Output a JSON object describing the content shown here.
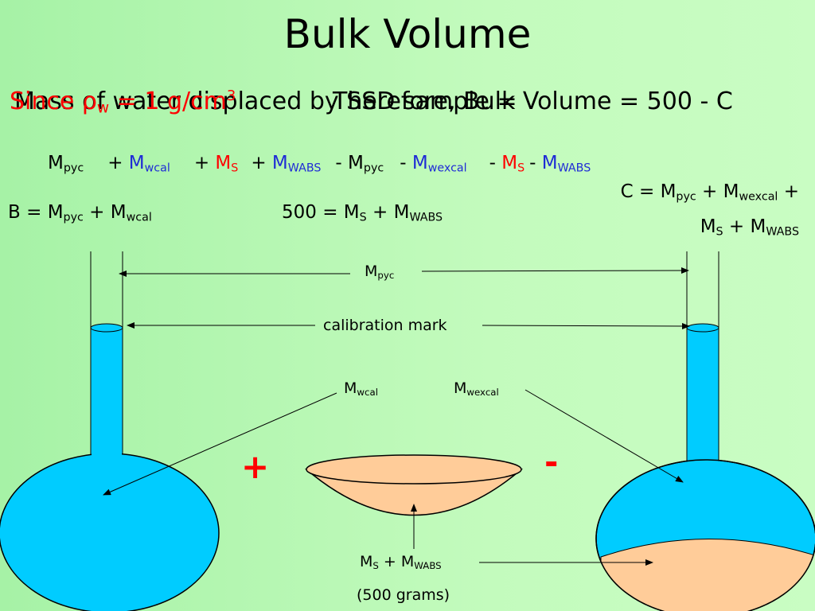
{
  "title": "Bulk Volume",
  "overlay": {
    "line1": "Mass of water displaced by SSD sample =",
    "line2_pre": "Since ρ",
    "line2_sub": "w",
    "line2_post": " = 1 g/cm",
    "line2_sup": "3",
    "line3": "Therefore, Bulk Volume = 500 - C"
  },
  "equation": {
    "terms": [
      {
        "sign": "",
        "base": "M",
        "sub": "pyc",
        "color": "#000000"
      },
      {
        "sign": "+ ",
        "base": "M",
        "sub": "wcal",
        "color": "#1f2bd6"
      },
      {
        "sign": "+ ",
        "base": "M",
        "sub": "S",
        "color": "#ff0000"
      },
      {
        "sign": "+ ",
        "base": "M",
        "sub": "WABS",
        "color": "#1f2bd6"
      },
      {
        "sign": "- ",
        "base": "M",
        "sub": "pyc",
        "color": "#000000"
      },
      {
        "sign": "- ",
        "base": "M",
        "sub": "wexcal",
        "color": "#1f2bd6"
      },
      {
        "sign": "- ",
        "base": "M",
        "sub": "S",
        "color": "#ff0000"
      },
      {
        "sign": "- ",
        "base": "M",
        "sub": "WABS",
        "color": "#1f2bd6"
      }
    ]
  },
  "def_b": {
    "prefix": "B = ",
    "m1": "M",
    "s1": "pyc",
    "plus": " + ",
    "m2": "M",
    "s2": "wcal"
  },
  "def_500": {
    "prefix": "500 = ",
    "m1": "M",
    "s1": "S",
    "plus": " + ",
    "m2": "M",
    "s2": "WABS"
  },
  "def_c": {
    "prefix": "C = ",
    "m1": "M",
    "s1": "pyc",
    "plus1": " + ",
    "m2": "M",
    "s2": "wexcal",
    "plus2": " +",
    "m3": "M",
    "s3": "S",
    "plus3": " + ",
    "m4": "M",
    "s4": "WABS"
  },
  "labels": {
    "mpyc_m": "M",
    "mpyc_s": "pyc",
    "calibration": "calibration mark",
    "mwcal_m": "M",
    "mwcal_s": "wcal",
    "mwexcal_m": "M",
    "mwexcal_s": "wexcal",
    "sample_m1": "M",
    "sample_s1": "S",
    "sample_plus": " + ",
    "sample_m2": "M",
    "sample_s2": "WABS",
    "sample_grams": "(500 grams)",
    "plus_sign": "+",
    "minus_sign": "-"
  },
  "colors": {
    "water": "#00ccff",
    "aggregate": "#ffcc99",
    "accent_red": "#ff0000",
    "accent_blue": "#1f2bd6"
  }
}
